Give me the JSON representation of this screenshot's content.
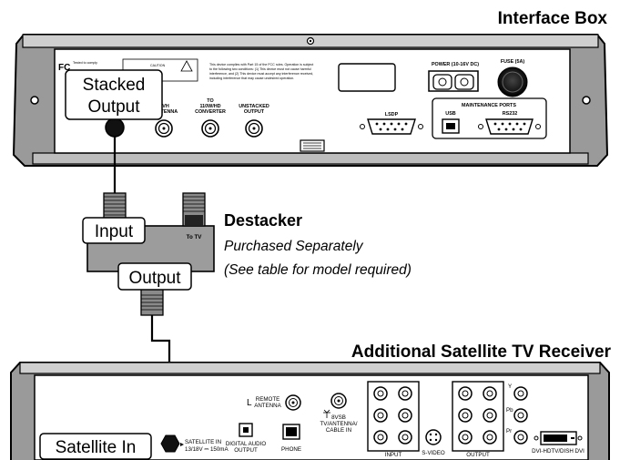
{
  "interface_box": {
    "title": "Interface Box",
    "stacked_output_line1": "Stacked",
    "stacked_output_line2": "Output",
    "fc_text": "Tested to comply",
    "caution": "CAUTION",
    "fcc_notice": [
      "This device complies with Part 15 of the FCC rules. Operation is subject",
      "to the following two conditions: (1) This device must not cause harmful",
      "interference, and (2) This device must accept any interference received,",
      "including interference that may cause undesired operation."
    ],
    "power_label": "POWER (10-16V DC)",
    "fuse_label": "FUSE (5A)",
    "vh_line1": "VH",
    "vh_line2": "ANTENNA",
    "to_line1": "TO",
    "to_line2": "110W/HD",
    "to_line3": "CONVERTER",
    "unstacked_line1": "UNSTACKED",
    "unstacked_line2": "OUTPUT",
    "lsdp_label": "LSDP",
    "maintenance_label": "MAINTENANCE PORTS",
    "usb_label": "USB",
    "rs232_label": "RS232"
  },
  "destacker": {
    "title": "Destacker",
    "subtitle1": "Purchased Separately",
    "subtitle2": "(See table for model required)",
    "input_label": "Input",
    "output_label": "Output",
    "to_tv_label": "To TV"
  },
  "receiver": {
    "title": "Additional Satellite TV Receiver",
    "satellite_in_label": "Satellite In",
    "sat_in_line1": "SATELLITE IN",
    "sat_in_line2": "13/18V ⎓ 150mA",
    "remote_line1": "REMOTE",
    "remote_line2": "ANTENNA",
    "remote_l": "L",
    "digital_line1": "DIGITAL AUDIO",
    "digital_line2": "OUTPUT",
    "phone_label": "PHONE",
    "vsb_line1": "8VSB",
    "vsb_line2": "TV/ANTENNA/",
    "vsb_line3": "CABLE IN",
    "input_label": "INPUT",
    "svideo_label": "S-VIDEO",
    "output_label": "OUTPUT",
    "y_label": "Y",
    "pb_label": "Pb",
    "pr_label": "Pr",
    "dvi_label": "DVI-HDTV/DISH DVI"
  }
}
